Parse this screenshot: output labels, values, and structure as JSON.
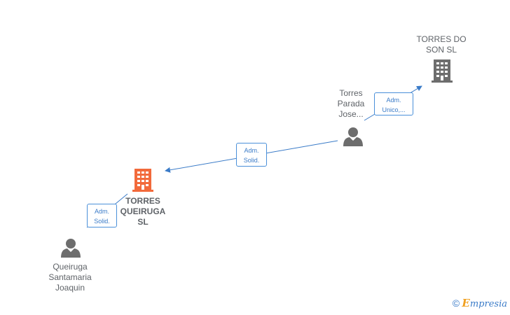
{
  "colors": {
    "edge": "#3a7bc8",
    "focus_company": "#f26a3b",
    "company": "#6d6d6d",
    "person": "#6d6d6d"
  },
  "nodes": {
    "torres_do_son": {
      "label": "TORRES DO\nSON  SL",
      "icon": "building-icon"
    },
    "torres_queiruga": {
      "label": "TORRES\nQUEIRUGA\nSL",
      "icon": "building-icon"
    },
    "torres_parada": {
      "label": "Torres\nParada\nJose...",
      "icon": "person-icon"
    },
    "queiruga_santamaria": {
      "label": "Queiruga\nSantamaria\nJoaquin",
      "icon": "person-icon"
    }
  },
  "edges": {
    "parada_to_doson": {
      "label": "Adm.\nUnico,..."
    },
    "parada_to_queiruga": {
      "label": "Adm.\nSolid."
    },
    "santamaria_to_queiruga": {
      "label": "Adm.\nSolid."
    }
  },
  "footer": {
    "copyright": "©",
    "brand_initial": "E",
    "brand_rest": "mpresia"
  }
}
